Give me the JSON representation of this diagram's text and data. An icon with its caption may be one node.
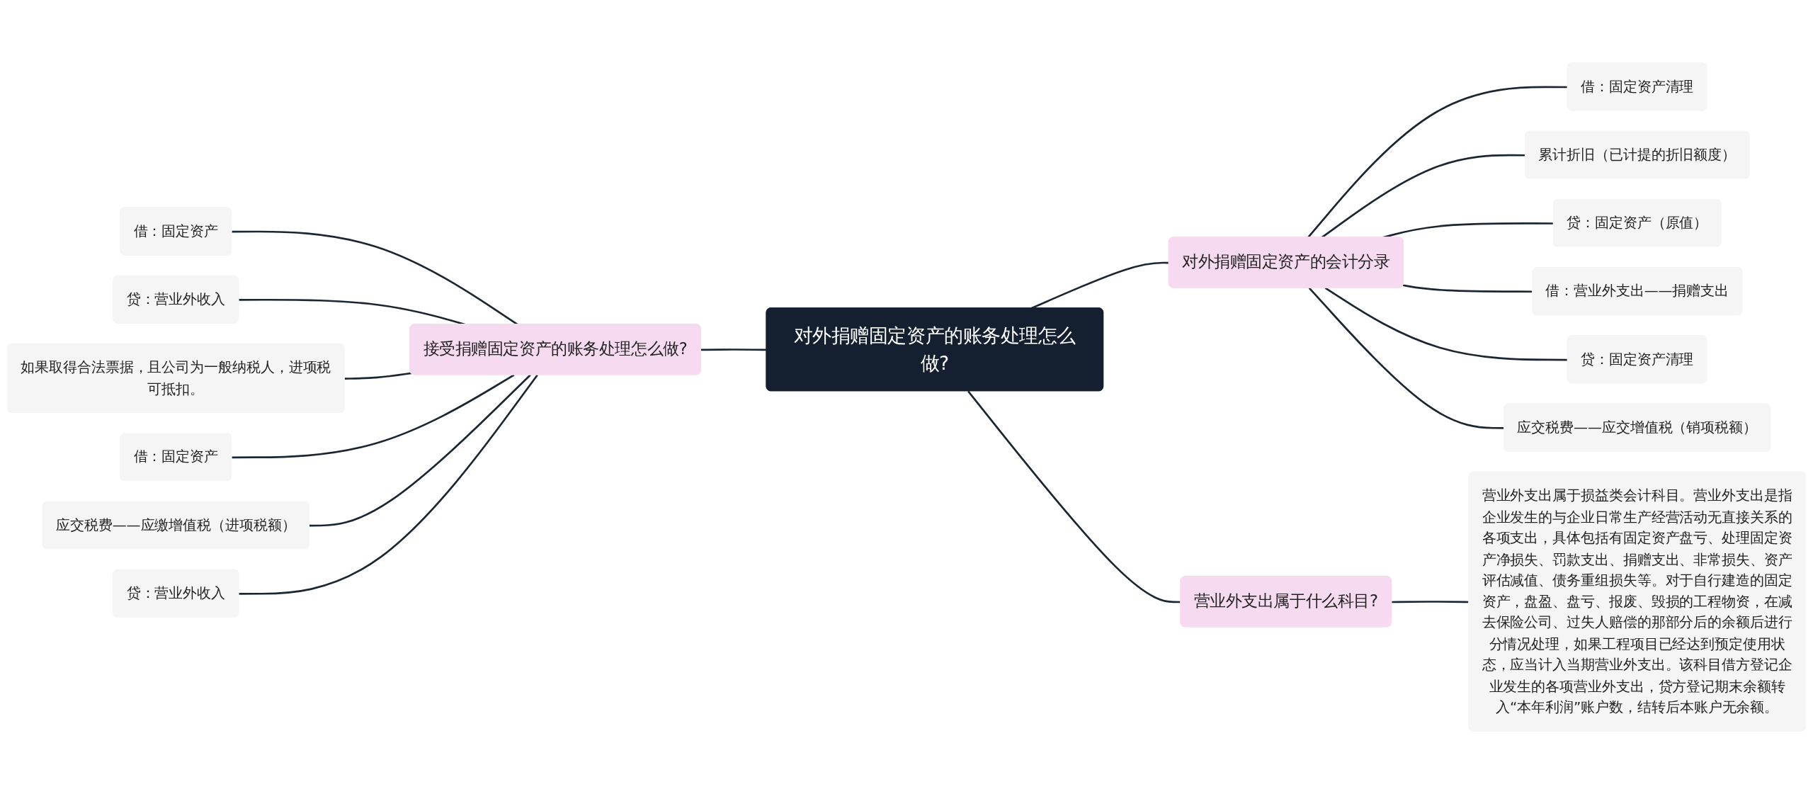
{
  "diagram": {
    "nodes": [
      {
        "text": [
          "对外捐赠固定资产的账务处理怎么做?"
        ]
      },
      {
        "text": [
          "接受捐赠固定资产的账务处理怎么做?"
        ]
      },
      {
        "text": [
          "借：固定资产"
        ]
      },
      {
        "text": [
          "贷：营业外收入"
        ]
      },
      {
        "text": [
          "如果取得合法票据，且公司为一般纳税人，进项税可抵扣。"
        ]
      },
      {
        "text": [
          "借：固定资产"
        ]
      },
      {
        "text": [
          "应交税费——应缴增值税（进项税额）"
        ]
      },
      {
        "text": [
          "贷：营业外收入"
        ]
      },
      {
        "text": [
          "对外捐赠固定资产的会计分录"
        ]
      },
      {
        "text": [
          "借：固定资产清理"
        ]
      },
      {
        "text": [
          "累计折旧（已计提的折旧额度）"
        ]
      },
      {
        "text": [
          "贷：固定资产（原值）"
        ]
      },
      {
        "text": [
          "借：营业外支出——捐赠支出"
        ]
      },
      {
        "text": [
          "贷：固定资产清理"
        ]
      },
      {
        "text": [
          "应交税费——应交增值税（销项税额）"
        ]
      },
      {
        "text": [
          "营业外支出属于什么科目?"
        ]
      },
      {
        "text": [
          "营业外支出属于损益类会计科目。营业外支出是指企业发生的与企业日常生产经营活动无直接关系的各项支出，具体包括有固定资产盘亏、处理固定资产净损失、罚款支出、捐赠支出、非常损失、资产评估减值、债务重组损失等。对于自行建造的固定资产，盘盈、盘亏、报废、毁损的工程物资，在减去保险公司、过失人赔偿的那部分后的余额后进行分情况处理，如果工程项目已经达到预定使用状态，应当计入当期营业外支出。该科目借方登记企业发生的各项营业外支出，贷方登记期末余额转入“本年利润”账户数，结转后本账户无余额。"
        ]
      }
    ],
    "edges": [
      {
        "from": 1,
        "to": 0,
        "arrow": "none"
      },
      {
        "from": 2,
        "to": 1,
        "arrow": "none"
      },
      {
        "from": 3,
        "to": 1,
        "arrow": "none"
      },
      {
        "from": 4,
        "to": 1,
        "arrow": "none"
      },
      {
        "from": 5,
        "to": 1,
        "arrow": "none"
      },
      {
        "from": 6,
        "to": 1,
        "arrow": "none"
      },
      {
        "from": 7,
        "to": 1,
        "arrow": "none"
      },
      {
        "from": 0,
        "to": 8,
        "arrow": "none"
      },
      {
        "from": 8,
        "to": 9,
        "arrow": "none"
      },
      {
        "from": 8,
        "to": 10,
        "arrow": "none"
      },
      {
        "from": 8,
        "to": 11,
        "arrow": "none"
      },
      {
        "from": 8,
        "to": 12,
        "arrow": "none"
      },
      {
        "from": 8,
        "to": 13,
        "arrow": "none"
      },
      {
        "from": 8,
        "to": 14,
        "arrow": "none"
      },
      {
        "from": 0,
        "to": 15,
        "arrow": "none"
      },
      {
        "from": 15,
        "to": 16,
        "arrow": "none"
      }
    ]
  }
}
